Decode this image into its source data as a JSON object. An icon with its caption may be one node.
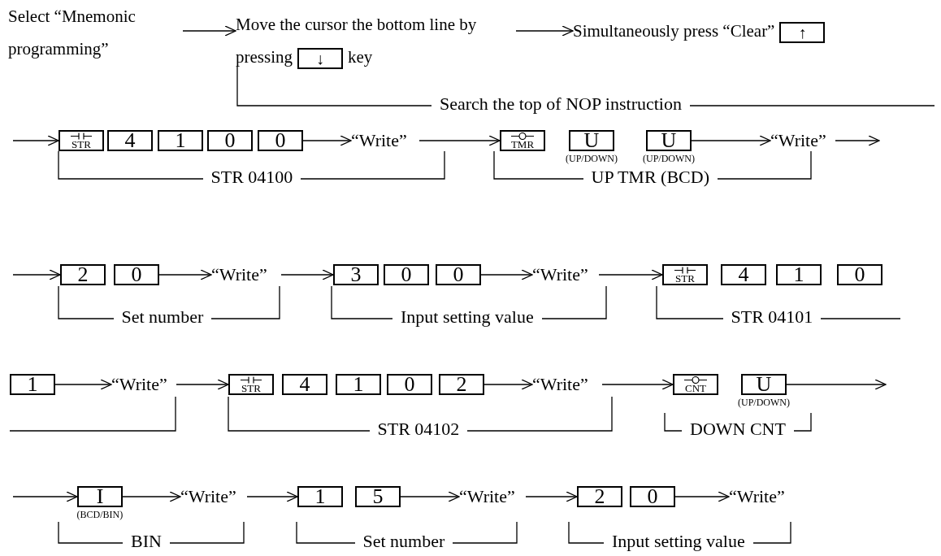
{
  "diagram": {
    "nodes": [
      {
        "text": [
          "Select “Mnemonic programming”"
        ]
      },
      {
        "text": [
          "Move the cursor the bottom line by pressing",
          "key"
        ]
      },
      {
        "text": [
          "↓"
        ],
        "in": 1
      },
      {
        "text": [
          "Simultaneously press “Clear”"
        ]
      },
      {
        "text": [
          "↑"
        ],
        "in": 3
      },
      {
        "text": [
          "STR"
        ]
      },
      {
        "text": [
          "4"
        ]
      },
      {
        "text": [
          "1"
        ]
      },
      {
        "text": [
          "0"
        ]
      },
      {
        "text": [
          "0"
        ]
      },
      {
        "text": [
          "“Write”"
        ]
      },
      {
        "text": [
          "TMR"
        ]
      },
      {
        "text": [
          "U"
        ],
        "beside": [
          "(UP/DOWN)"
        ]
      },
      {
        "text": [
          "U"
        ],
        "beside": [
          "(UP/DOWN)"
        ]
      },
      {
        "text": [
          "“Write”"
        ]
      },
      {
        "text": [
          "2"
        ]
      },
      {
        "text": [
          "0"
        ]
      },
      {
        "text": [
          "“Write”"
        ]
      },
      {
        "text": [
          "3"
        ]
      },
      {
        "text": [
          "0"
        ]
      },
      {
        "text": [
          "0"
        ]
      },
      {
        "text": [
          "“Write”"
        ]
      },
      {
        "text": [
          "STR"
        ]
      },
      {
        "text": [
          "4"
        ]
      },
      {
        "text": [
          "1"
        ]
      },
      {
        "text": [
          "0"
        ]
      },
      {
        "text": [
          "1"
        ]
      },
      {
        "text": [
          "“Write”"
        ]
      },
      {
        "text": [
          "STR"
        ]
      },
      {
        "text": [
          "4"
        ]
      },
      {
        "text": [
          "1"
        ]
      },
      {
        "text": [
          "0"
        ]
      },
      {
        "text": [
          "2"
        ]
      },
      {
        "text": [
          "“Write”"
        ]
      },
      {
        "text": [
          "CNT"
        ]
      },
      {
        "text": [
          "U"
        ],
        "beside": [
          "(UP/DOWN)"
        ]
      },
      {
        "text": [
          "I"
        ],
        "beside": [
          "(BCD/BIN)"
        ]
      },
      {
        "text": [
          "“Write”"
        ]
      },
      {
        "text": [
          "1"
        ]
      },
      {
        "text": [
          "5"
        ]
      },
      {
        "text": [
          "“Write”"
        ]
      },
      {
        "text": [
          "2"
        ]
      },
      {
        "text": [
          "0"
        ]
      },
      {
        "text": [
          "“Write”"
        ]
      }
    ],
    "edges": [
      {
        "from": 0,
        "to": 1,
        "arrow": "to"
      },
      {
        "from": 1,
        "to": 3,
        "arrow": "to"
      },
      {
        "from": null,
        "to": 5,
        "arrow": "to"
      },
      {
        "from": 9,
        "to": 10,
        "arrow": "to"
      },
      {
        "from": 10,
        "to": 11,
        "arrow": "to"
      },
      {
        "from": 13,
        "to": 14,
        "arrow": "to"
      },
      {
        "from": 14,
        "to": null,
        "arrow": "to"
      },
      {
        "from": null,
        "to": 15,
        "arrow": "to"
      },
      {
        "from": 16,
        "to": 17,
        "arrow": "to"
      },
      {
        "from": 17,
        "to": 18,
        "arrow": "to"
      },
      {
        "from": 20,
        "to": 21,
        "arrow": "to"
      },
      {
        "from": 21,
        "to": 22,
        "arrow": "to"
      },
      {
        "from": 26,
        "to": 27,
        "arrow": "to"
      },
      {
        "from": 27,
        "to": 28,
        "arrow": "to"
      },
      {
        "from": 32,
        "to": 33,
        "arrow": "to"
      },
      {
        "from": 33,
        "to": 34,
        "arrow": "to"
      },
      {
        "from": 35,
        "to": null,
        "arrow": "to"
      },
      {
        "from": null,
        "to": 36,
        "arrow": "to"
      },
      {
        "from": 36,
        "to": 37,
        "arrow": "to"
      },
      {
        "from": 37,
        "to": 38,
        "arrow": "to"
      },
      {
        "from": 39,
        "to": 40,
        "arrow": "to"
      },
      {
        "from": 40,
        "to": 41,
        "arrow": "to"
      },
      {
        "from": 42,
        "to": 43,
        "arrow": "to"
      }
    ],
    "labels": [
      "Search the top of NOP instruction",
      "STR 04100",
      "UP TMR (BCD)",
      "Set number",
      "Input setting value",
      "STR 04101",
      "STR 04102",
      "DOWN CNT",
      "BIN",
      "Set number",
      "Input setting value"
    ]
  }
}
